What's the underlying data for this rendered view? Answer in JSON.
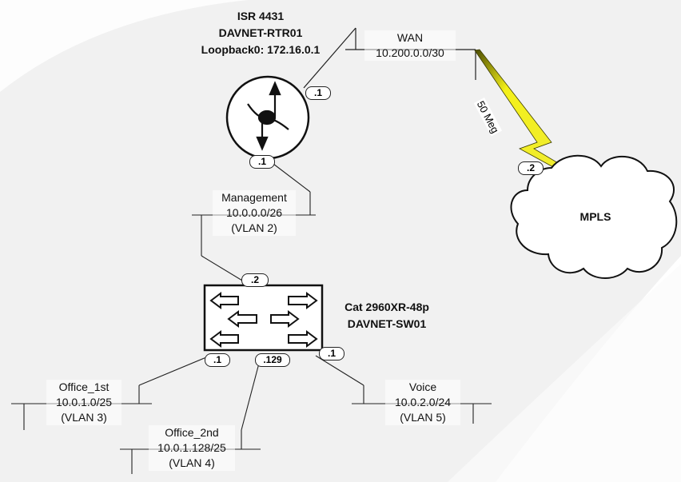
{
  "diagram": {
    "title": "Network topology",
    "colors": {
      "background": "#f1f1f1",
      "line": "#222222",
      "wan_bolt": "#f2ee1a",
      "device_fill": "#ffffff"
    },
    "router": {
      "model": "ISR 4431",
      "hostname": "DAVNET-RTR01",
      "loopback": "Loopback0: 172.16.0.1",
      "icon": "router-icon",
      "iface_wan": ".1",
      "iface_mgmt": ".1"
    },
    "switch": {
      "model": "Cat 2960XR-48p",
      "hostname": "DAVNET-SW01",
      "icon": "switch-icon",
      "iface_mgmt": ".2",
      "iface_office1": ".1",
      "iface_office2": ".129",
      "iface_voice": ".1"
    },
    "cloud": {
      "name": "MPLS",
      "icon": "cloud-icon",
      "iface_wan": ".2"
    },
    "wan_link": {
      "speed": "50 Meg"
    },
    "networks": {
      "wan": {
        "name": "WAN",
        "subnet": "10.200.0.0/30"
      },
      "management": {
        "name": "Management",
        "subnet": "10.0.0.0/26",
        "vlan": "(VLAN 2)"
      },
      "office1": {
        "name": "Office_1st",
        "subnet": "10.0.1.0/25",
        "vlan": "(VLAN 3)"
      },
      "office2": {
        "name": "Office_2nd",
        "subnet": "10.0.1.128/25",
        "vlan": "(VLAN 4)"
      },
      "voice": {
        "name": "Voice",
        "subnet": "10.0.2.0/24",
        "vlan": "(VLAN 5)"
      }
    }
  }
}
